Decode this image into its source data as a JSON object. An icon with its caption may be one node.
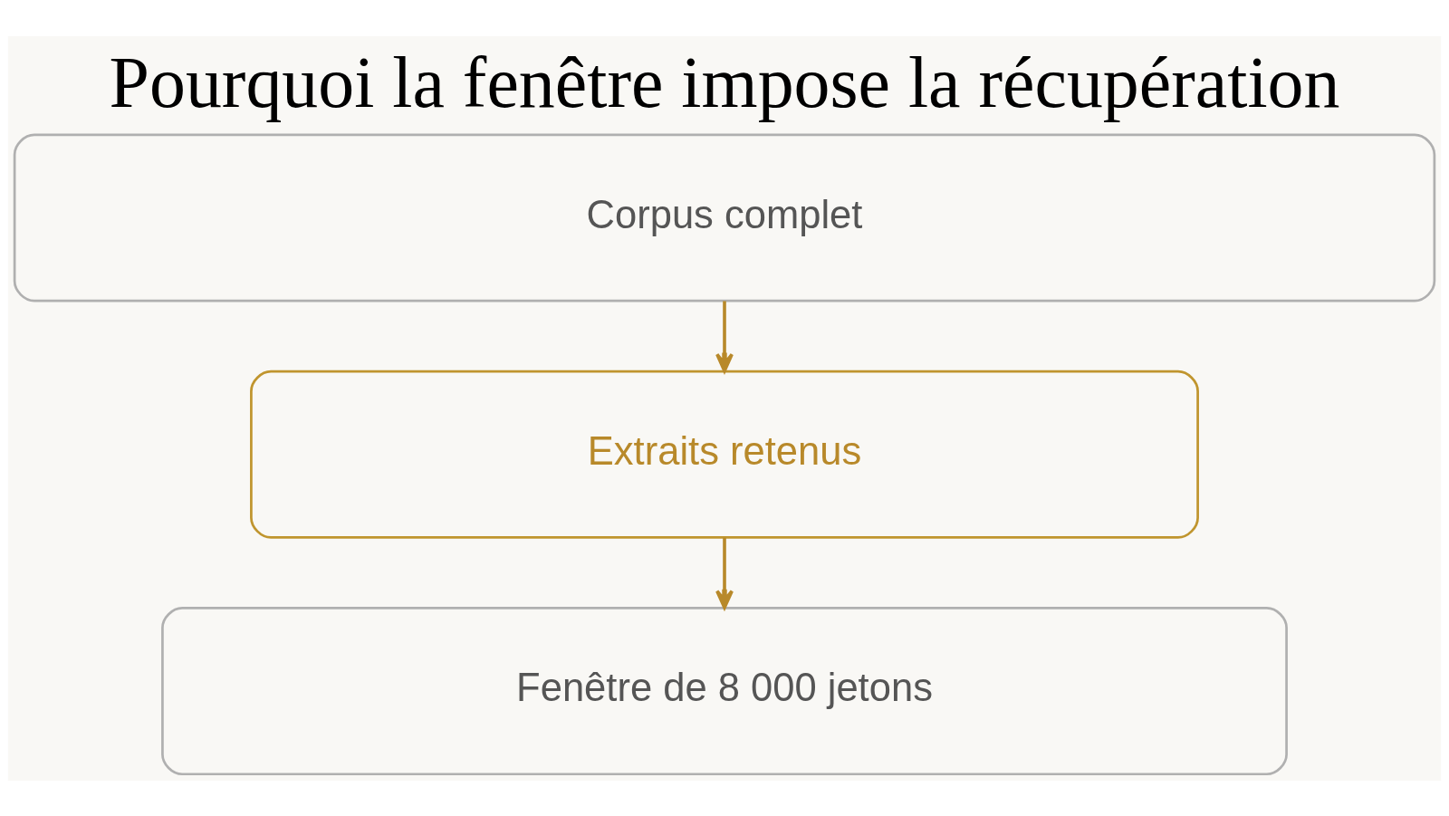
{
  "diagram": {
    "title": "Pourquoi la fenêtre impose la récupération",
    "nodes": [
      {
        "text": [
          "Corpus complet"
        ]
      },
      {
        "text": [
          "Extraits retenus"
        ]
      },
      {
        "text": [
          "Fenêtre de 8 000 jetons"
        ]
      }
    ],
    "edges": [
      {
        "from": 0,
        "to": 1,
        "arrow": "to"
      },
      {
        "from": 1,
        "to": 2,
        "arrow": "to"
      }
    ]
  }
}
